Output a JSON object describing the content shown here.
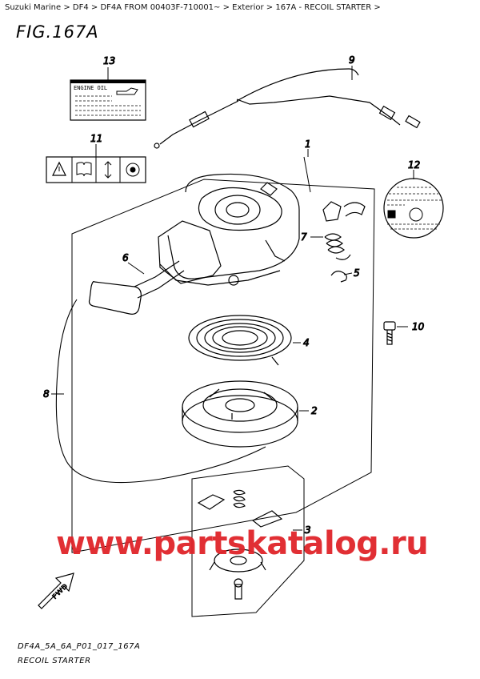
{
  "breadcrumb": {
    "items": [
      "Suzuki Marine",
      "DF4",
      "DF4A FROM 00403F-710001~",
      "Exterior",
      "167A - RECOIL STARTER"
    ],
    "separator": " > "
  },
  "figure_title": "FIG.167A",
  "footer": {
    "code": "DF4A_5A_6A_P01_017_167A",
    "name": "RECOIL STARTER"
  },
  "watermark": "www.partskatalog.ru",
  "callouts": [
    "1",
    "2",
    "3",
    "4",
    "5",
    "6",
    "7",
    "8",
    "9",
    "10",
    "11",
    "12",
    "13"
  ],
  "label_13_text": "ENGINE OIL",
  "fwd_text": "FWD"
}
